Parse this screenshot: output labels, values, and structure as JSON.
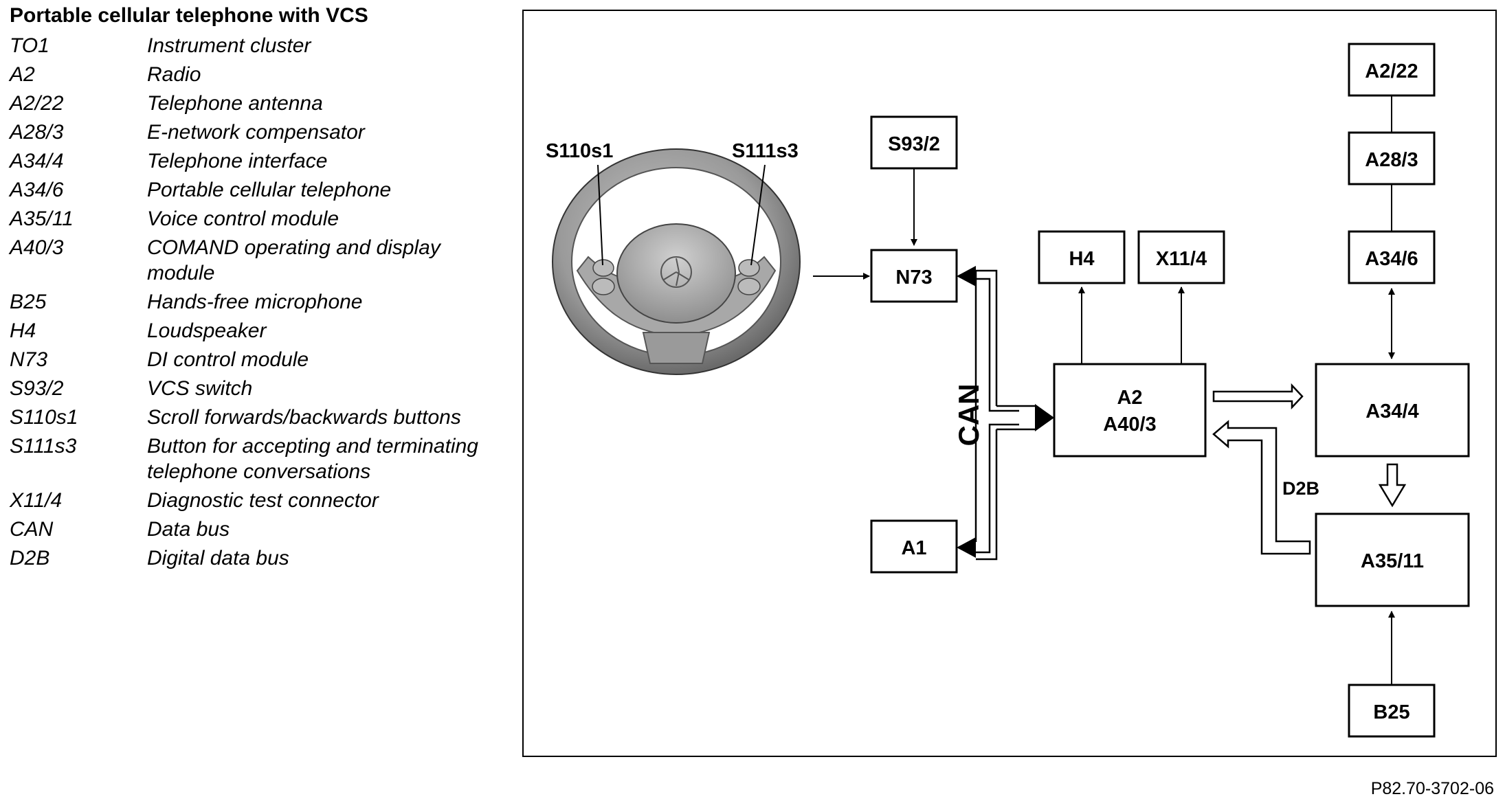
{
  "title": "Portable cellular telephone with VCS",
  "legend": [
    {
      "code": "TO1",
      "desc": "Instrument cluster"
    },
    {
      "code": "A2",
      "desc": "Radio"
    },
    {
      "code": "A2/22",
      "desc": "Telephone antenna"
    },
    {
      "code": "A28/3",
      "desc": "E-network compensator"
    },
    {
      "code": "A34/4",
      "desc": "Telephone interface"
    },
    {
      "code": "A34/6",
      "desc": "Portable cellular telephone"
    },
    {
      "code": "A35/11",
      "desc": "Voice control module"
    },
    {
      "code": "A40/3",
      "desc": "COMAND operating and display module"
    },
    {
      "code": "B25",
      "desc": "Hands-free microphone"
    },
    {
      "code": "H4",
      "desc": "Loudspeaker"
    },
    {
      "code": "N73",
      "desc": "DI control module"
    },
    {
      "code": "S93/2",
      "desc": "VCS switch"
    },
    {
      "code": "S110s1",
      "desc": "Scroll forwards/backwards buttons"
    },
    {
      "code": "S111s3",
      "desc": "Button for accepting and terminating telephone conversations"
    },
    {
      "code": "X11/4",
      "desc": "Diagnostic test connector"
    },
    {
      "code": "CAN",
      "desc": "Data bus"
    },
    {
      "code": "D2B",
      "desc": "Digital data bus"
    }
  ],
  "diagram": {
    "boxes": {
      "s93_2": "S93/2",
      "n73": "N73",
      "a1": "A1",
      "h4": "H4",
      "x11_4": "X11/4",
      "a2_a40_3_line1": "A2",
      "a2_a40_3_line2": "A40/3",
      "a2_22": "A2/22",
      "a28_3": "A28/3",
      "a34_6": "A34/6",
      "a34_4": "A34/4",
      "a35_11": "A35/11",
      "b25": "B25"
    },
    "labels": {
      "s110s1": "S110s1",
      "s111s3": "S111s3",
      "can": "CAN",
      "d2b": "D2B"
    }
  },
  "footer": "P82.70-3702-06"
}
